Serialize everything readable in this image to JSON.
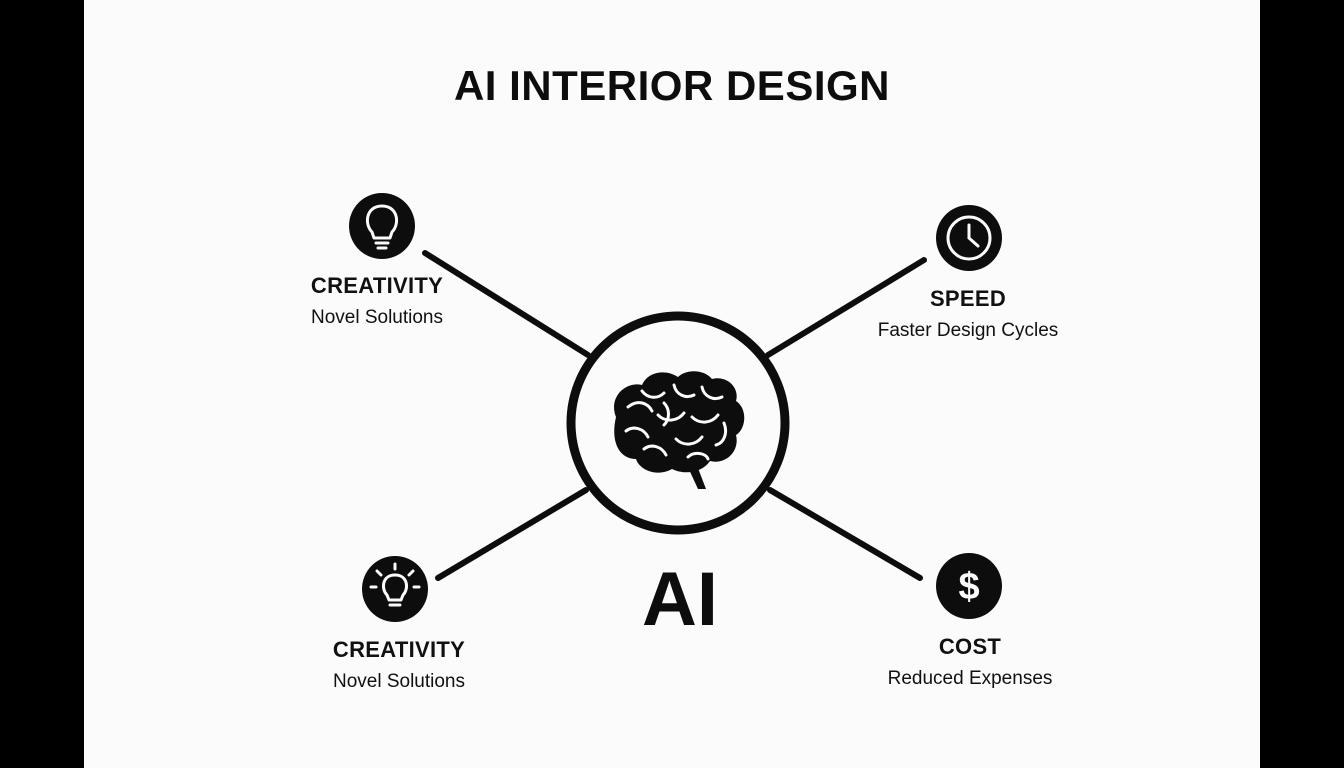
{
  "title": "AI INTERIOR DESIGN",
  "center": {
    "label": "AI",
    "icon": "brain-icon"
  },
  "nodes": [
    {
      "id": "top-left",
      "heading": "CREATIVITY",
      "sub": "Novel Solutions",
      "icon": "lightbulb-icon"
    },
    {
      "id": "top-right",
      "heading": "SPEED",
      "sub": "Faster Design Cycles",
      "icon": "clock-icon"
    },
    {
      "id": "bottom-left",
      "heading": "CREATIVITY",
      "sub": "Novel Solutions",
      "icon": "glowing-lightbulb-icon"
    },
    {
      "id": "bottom-right",
      "heading": "COST",
      "sub": "Reduced Expenses",
      "icon": "dollar-icon"
    }
  ],
  "colors": {
    "ink": "#0d0d0d",
    "background": "#fbfbfb",
    "frame": "#000000"
  }
}
